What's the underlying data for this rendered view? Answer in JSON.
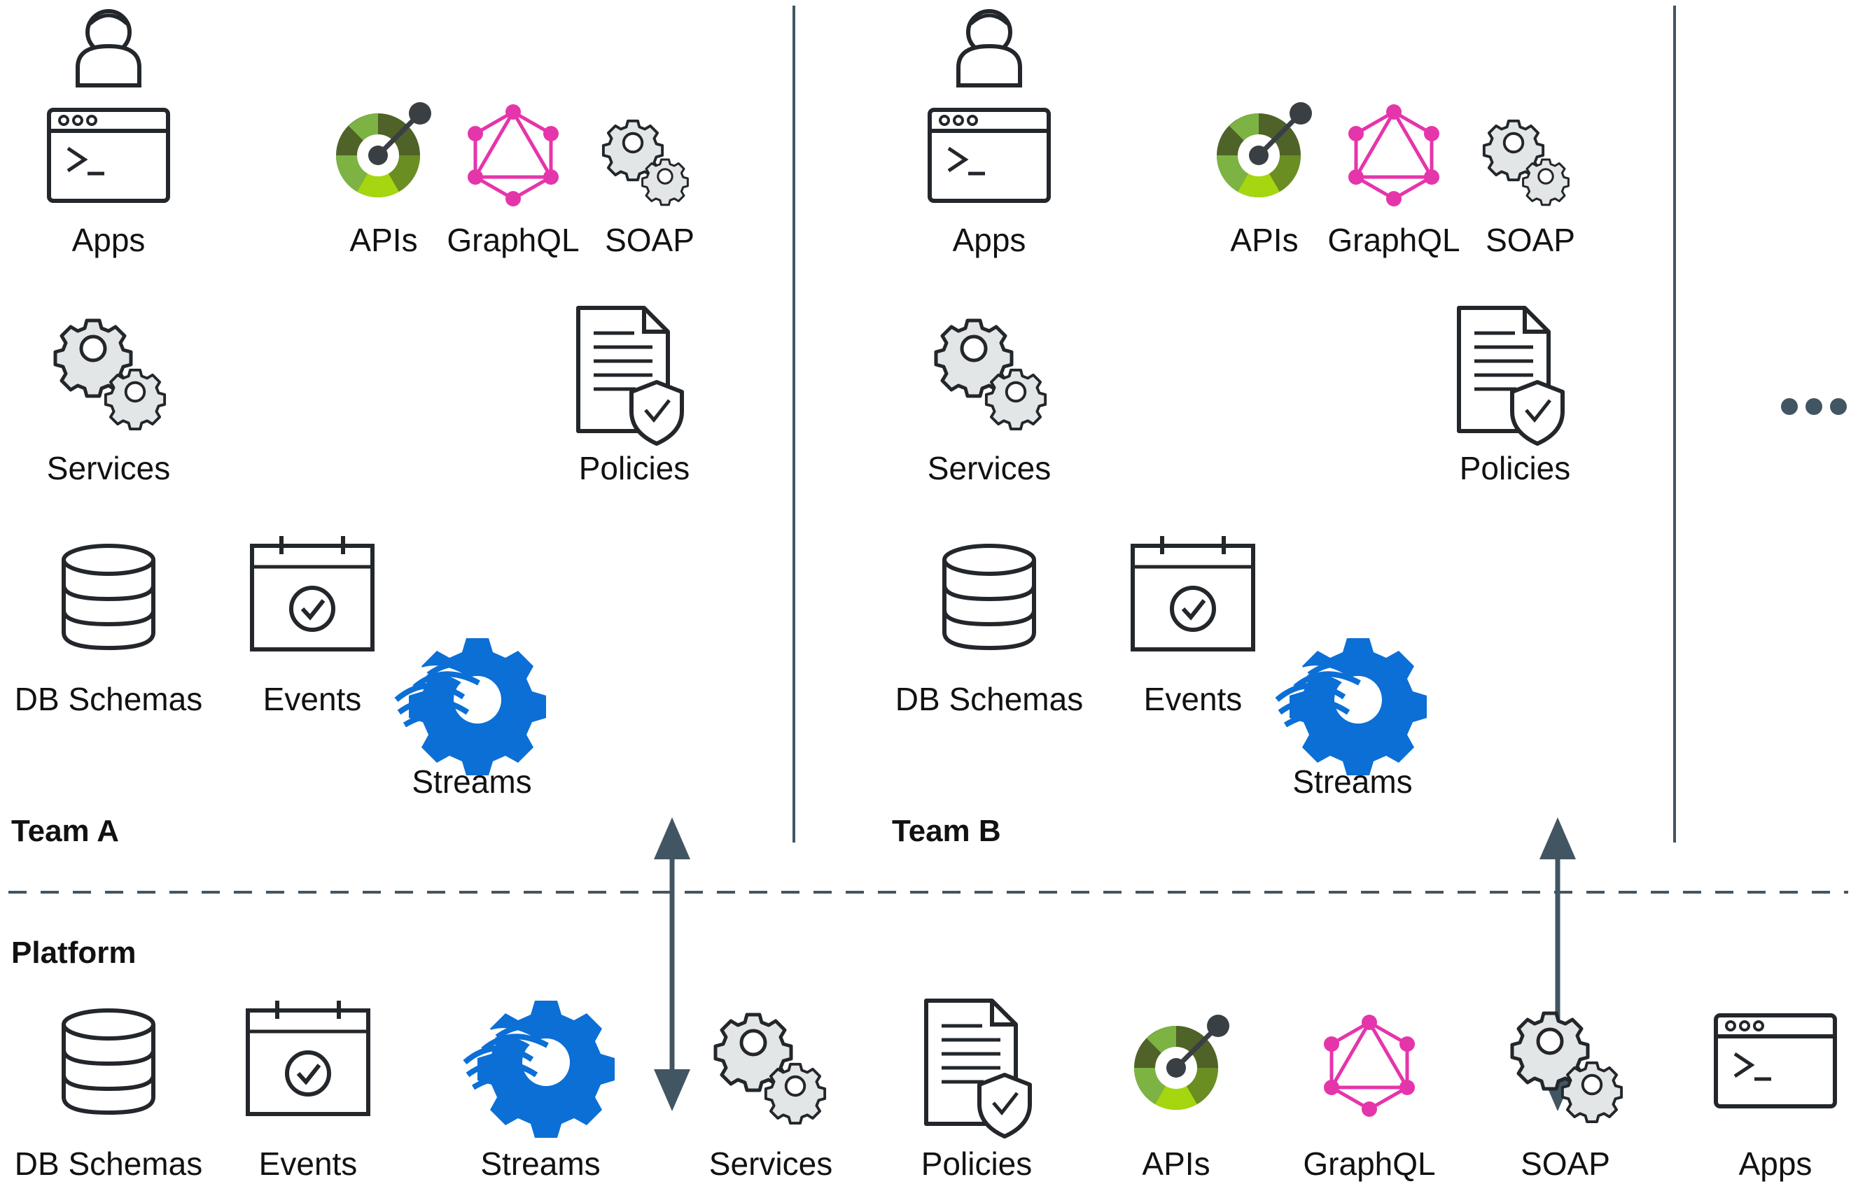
{
  "sections": {
    "team_a": {
      "title": "Team A",
      "items": {
        "apps": "Apps",
        "apis": "APIs",
        "graphql": "GraphQL",
        "soap": "SOAP",
        "services": "Services",
        "policies": "Policies",
        "db_schemas": "DB Schemas",
        "events": "Events",
        "streams": "Streams"
      }
    },
    "team_b": {
      "title": "Team B",
      "items": {
        "apps": "Apps",
        "apis": "APIs",
        "graphql": "GraphQL",
        "soap": "SOAP",
        "services": "Services",
        "policies": "Policies",
        "db_schemas": "DB Schemas",
        "events": "Events",
        "streams": "Streams"
      }
    },
    "platform": {
      "title": "Platform",
      "items": [
        {
          "label": "DB Schemas",
          "icon": "database-icon"
        },
        {
          "label": "Events",
          "icon": "calendar-check-icon"
        },
        {
          "label": "Streams",
          "icon": "streams-gear-icon"
        },
        {
          "label": "Services",
          "icon": "gears-icon"
        },
        {
          "label": "Policies",
          "icon": "policy-document-icon"
        },
        {
          "label": "APIs",
          "icon": "api-gauge-icon"
        },
        {
          "label": "GraphQL",
          "icon": "graphql-icon"
        },
        {
          "label": "SOAP",
          "icon": "soap-gears-icon"
        },
        {
          "label": "Apps",
          "icon": "terminal-window-icon"
        }
      ]
    }
  },
  "more_indicator_icon": "ellipsis-icon",
  "colors": {
    "line": "#425563",
    "icon_stroke": "#23272b",
    "api_green_dark": "#4f6228",
    "api_green": "#7cb342",
    "api_lime": "#a5d610",
    "graphql_pink": "#e535ab",
    "streams_blue": "#0b6fd6",
    "gear_fill": "#e3e6e6"
  }
}
